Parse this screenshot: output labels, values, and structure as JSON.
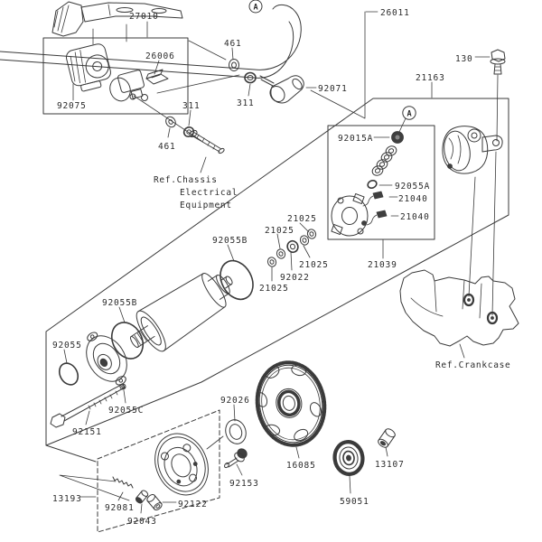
{
  "diagram": {
    "type": "exploded-parts-diagram",
    "subject": "Starter motor electric equipment exploded parts diagram",
    "colors": {
      "background": "#ffffff",
      "line": "#3a3a3a",
      "text": "#2b2b2b"
    },
    "marker": {
      "letter": "A"
    },
    "part_labels": {
      "p27010": "27010",
      "p26006": "26006",
      "p26011": "26011",
      "p461": "461",
      "p311": "311",
      "p130": "130",
      "p92075": "92075",
      "p92071": "92071",
      "p21163": "21163",
      "p92015A": "92015A",
      "p92055A": "92055A",
      "p21040": "21040",
      "p21025": "21025",
      "p92022": "92022",
      "p92055B": "92055B",
      "p21039": "21039",
      "p92055": "92055",
      "p92055C": "92055C",
      "p92151": "92151",
      "p92026": "92026",
      "p13193": "13193",
      "p92081": "92081",
      "p92043": "92043",
      "p92122": "92122",
      "p92153": "92153",
      "p16085": "16085",
      "p13107": "13107",
      "p59051": "59051"
    },
    "references": {
      "chassis_1": "Ref.Chassis",
      "chassis_2": "Electrical",
      "chassis_3": "Equipment",
      "crankcase": "Ref.Crankcase"
    }
  }
}
